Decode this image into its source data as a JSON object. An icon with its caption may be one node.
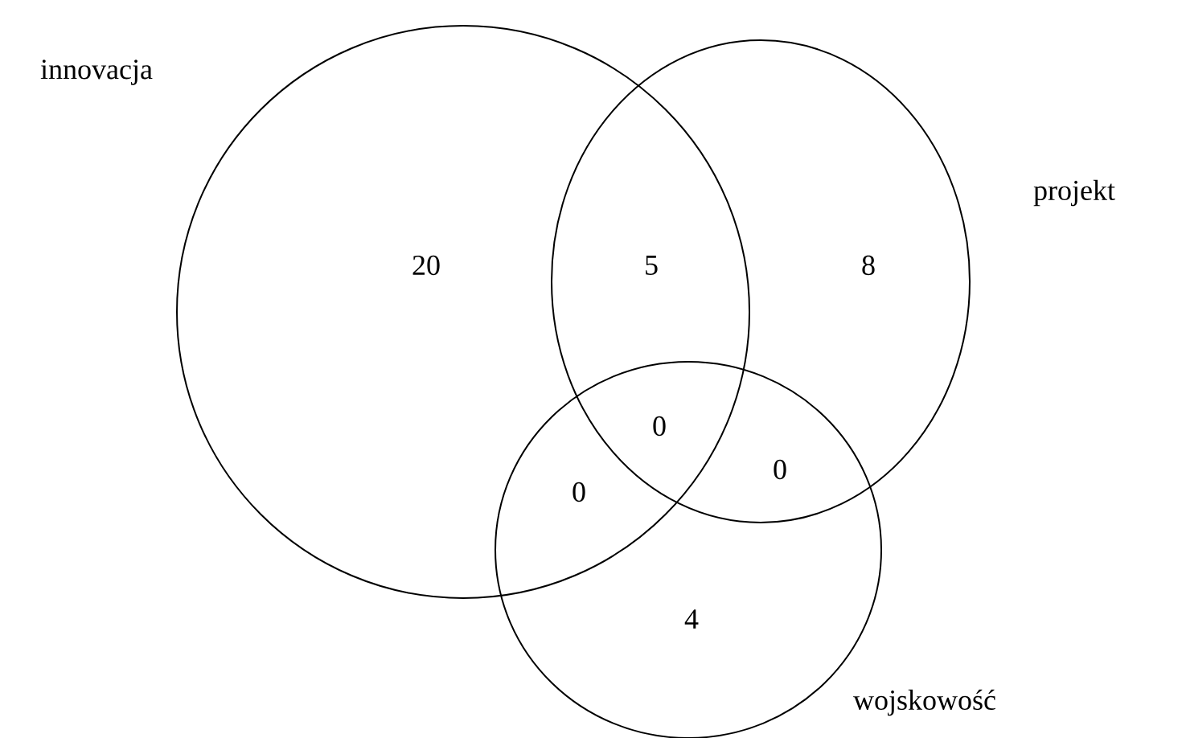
{
  "diagram": {
    "nodes": [
      {
        "text": [
          "innovacja"
        ]
      },
      {
        "text": [
          "projekt"
        ]
      },
      {
        "text": [
          "wojskowość"
        ]
      }
    ],
    "labels": [
      "20",
      "5",
      "8",
      "0",
      "0",
      "0",
      "4"
    ]
  }
}
